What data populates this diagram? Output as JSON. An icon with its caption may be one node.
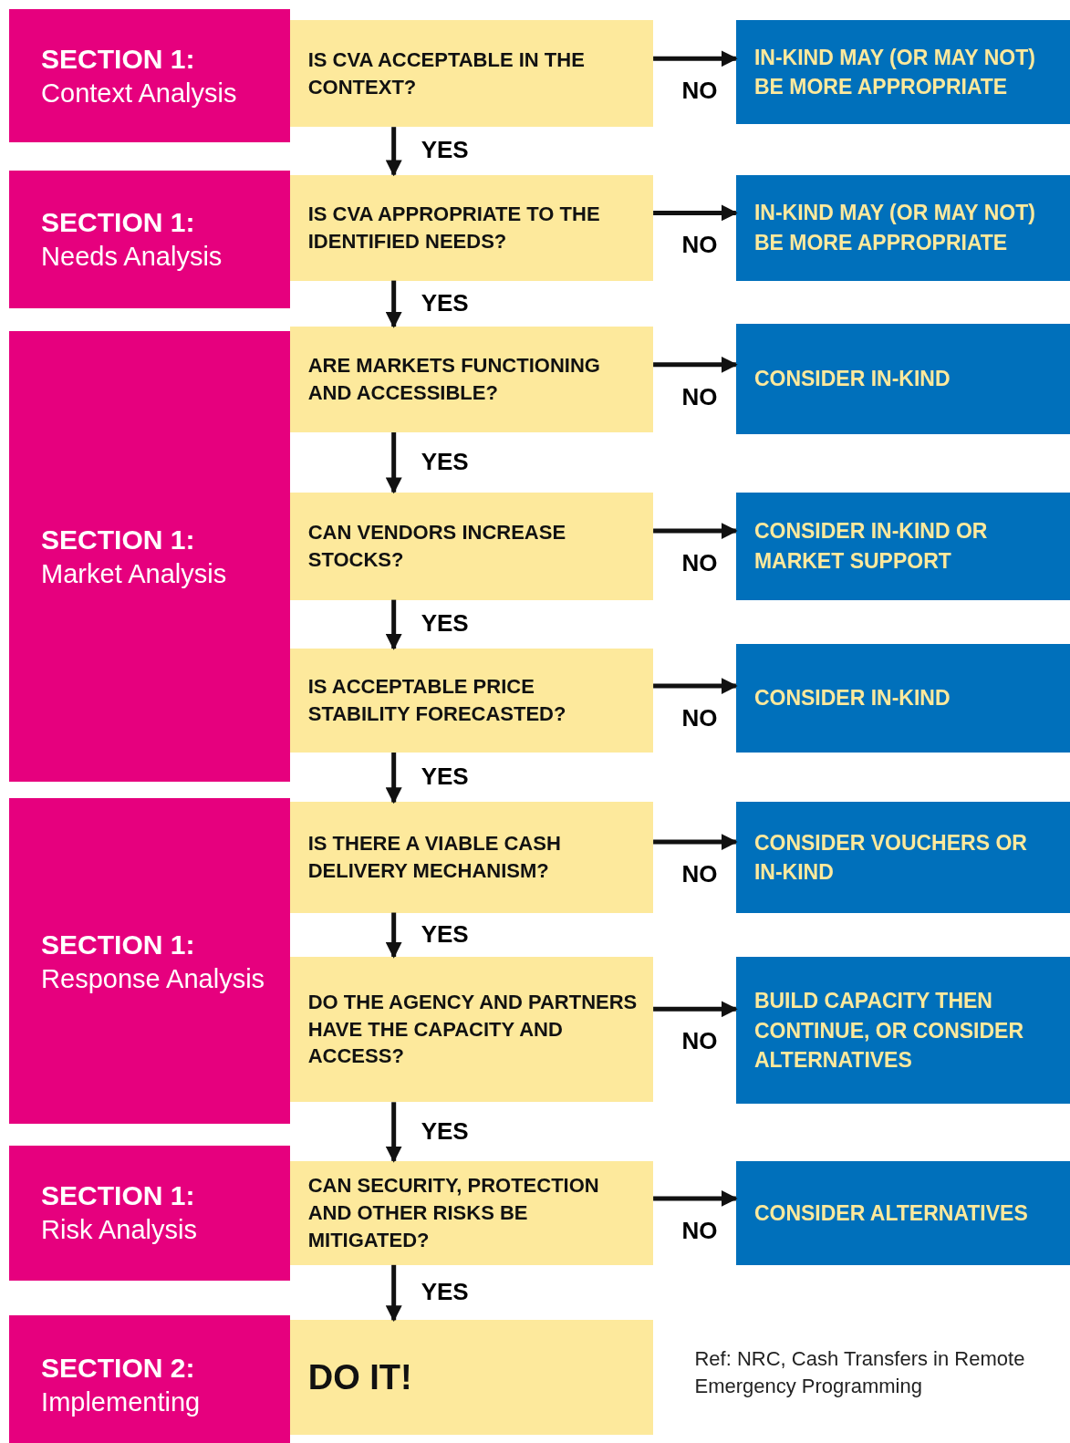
{
  "diagram": {
    "nodes": [
      {
        "text": [
          "SECTION 1:",
          "Context Analysis"
        ]
      },
      {
        "text": [
          "IS CVA ACCEPTABLE IN THE CONTEXT?"
        ]
      },
      {
        "text": [
          "IN-KIND MAY (OR MAY NOT) BE MORE APPROPRIATE"
        ]
      },
      {
        "text": [
          "SECTION 1:",
          "Needs Analysis"
        ]
      },
      {
        "text": [
          "IS CVA APPROPRIATE TO THE IDENTIFIED NEEDS?"
        ]
      },
      {
        "text": [
          "IN-KIND MAY (OR MAY NOT) BE MORE APPROPRIATE"
        ]
      },
      {
        "text": [
          "SECTION 1:",
          "Market Analysis"
        ]
      },
      {
        "text": [
          "ARE MARKETS FUNCTIONING AND ACCESSIBLE?"
        ]
      },
      {
        "text": [
          "CONSIDER IN-KIND"
        ]
      },
      {
        "text": [
          "CAN VENDORS INCREASE STOCKS?"
        ]
      },
      {
        "text": [
          "CONSIDER IN-KIND OR MARKET SUPPORT"
        ]
      },
      {
        "text": [
          "IS ACCEPTABLE PRICE STABILITY FORECASTED?"
        ]
      },
      {
        "text": [
          "CONSIDER IN-KIND"
        ]
      },
      {
        "text": [
          "SECTION 1:",
          "Response Analysis"
        ]
      },
      {
        "text": [
          "IS THERE A VIABLE CASH DELIVERY MECHANISM?"
        ]
      },
      {
        "text": [
          "CONSIDER VOUCHERS OR IN-KIND"
        ]
      },
      {
        "text": [
          "DO THE AGENCY AND PARTNERS HAVE THE CAPACITY AND ACCESS?"
        ]
      },
      {
        "text": [
          "BUILD CAPACITY THEN CONTINUE, OR CONSIDER ALTERNATIVES"
        ]
      },
      {
        "text": [
          "SECTION 1:",
          "Risk Analysis"
        ]
      },
      {
        "text": [
          "CAN SECURITY, PROTECTION AND OTHER RISKS BE MITIGATED?"
        ]
      },
      {
        "text": [
          "CONSIDER ALTERNATIVES"
        ]
      },
      {
        "text": [
          "SECTION 2:",
          "Implementing"
        ]
      },
      {
        "text": [
          "DO IT!"
        ]
      }
    ],
    "edges": [
      {
        "from": 1,
        "to": 2,
        "arrow": "to",
        "label": "NO"
      },
      {
        "from": 1,
        "to": 4,
        "arrow": "to",
        "label": "YES"
      },
      {
        "from": 4,
        "to": 5,
        "arrow": "to",
        "label": "NO"
      },
      {
        "from": 4,
        "to": 7,
        "arrow": "to",
        "label": "YES"
      },
      {
        "from": 7,
        "to": 8,
        "arrow": "to",
        "label": "NO"
      },
      {
        "from": 7,
        "to": 9,
        "arrow": "to",
        "label": "YES"
      },
      {
        "from": 9,
        "to": 10,
        "arrow": "to",
        "label": "NO"
      },
      {
        "from": 9,
        "to": 11,
        "arrow": "to",
        "label": "YES"
      },
      {
        "from": 11,
        "to": 12,
        "arrow": "to",
        "label": "NO"
      },
      {
        "from": 11,
        "to": 14,
        "arrow": "to",
        "label": "YES"
      },
      {
        "from": 14,
        "to": 15,
        "arrow": "to",
        "label": "NO"
      },
      {
        "from": 14,
        "to": 16,
        "arrow": "to",
        "label": "YES"
      },
      {
        "from": 16,
        "to": 17,
        "arrow": "to",
        "label": "NO"
      },
      {
        "from": 16,
        "to": 19,
        "arrow": "to",
        "label": "YES"
      },
      {
        "from": 19,
        "to": 20,
        "arrow": "to",
        "label": "NO"
      },
      {
        "from": 19,
        "to": 22,
        "arrow": "to",
        "label": "YES"
      }
    ],
    "labels": [
      "Ref: NRC, Cash Transfers in Remote Emergency Programming"
    ]
  }
}
